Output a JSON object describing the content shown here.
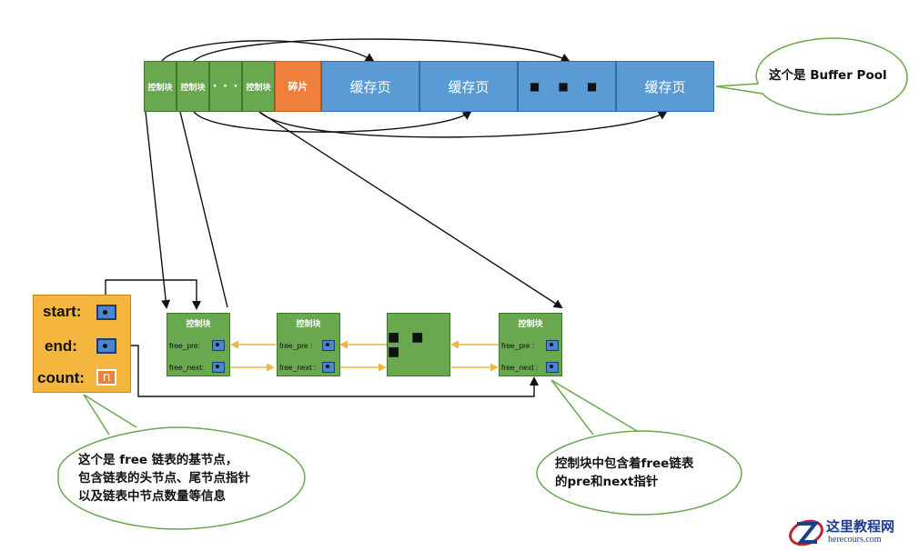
{
  "buffer_pool": {
    "cells": [
      {
        "kind": "ctrl",
        "label": "控制块"
      },
      {
        "kind": "ctrl",
        "label": "控制块"
      },
      {
        "kind": "ctrl",
        "label": "· · ·"
      },
      {
        "kind": "ctrl",
        "label": "控制块"
      },
      {
        "kind": "frag",
        "label": "碎片"
      },
      {
        "kind": "page",
        "label": "缓存页"
      },
      {
        "kind": "page",
        "label": "缓存页"
      },
      {
        "kind": "page",
        "label": "■ ■ ■"
      },
      {
        "kind": "page",
        "label": "缓存页"
      }
    ],
    "callout": "这个是 Buffer Pool"
  },
  "base_node": {
    "start_label": "start:",
    "end_label": "end:",
    "count_label": "count:",
    "count_value": "n",
    "callout_lines": [
      "这个是 free 链表的基节点，",
      "包含链表的头节点、尾节点指针",
      "以及链表中节点数量等信息"
    ]
  },
  "free_list": {
    "nodes": [
      {
        "title": "控制块",
        "pre_label": "free_pre:",
        "next_label": "free_next:"
      },
      {
        "title": "控制块",
        "pre_label": "free_pre :",
        "next_label": "free_next :"
      },
      {
        "title": "",
        "dots": "■ ■ ■"
      },
      {
        "title": "控制块",
        "pre_label": "free_pre :",
        "next_label": "free_next :"
      }
    ],
    "callout_lines": [
      "控制块中包含着free链表",
      "的pre和next指针"
    ]
  },
  "colors": {
    "control_block": "#6aa84f",
    "fragment": "#f07f3c",
    "cache_page": "#5b9bd5",
    "base_node": "#f4b63f",
    "pointer": "#4a86d0",
    "list_arrow": "#f4b63f",
    "callout_border": "#6aa84f"
  },
  "watermark": {
    "brand": "这里教程网",
    "url": "herecours.com"
  }
}
